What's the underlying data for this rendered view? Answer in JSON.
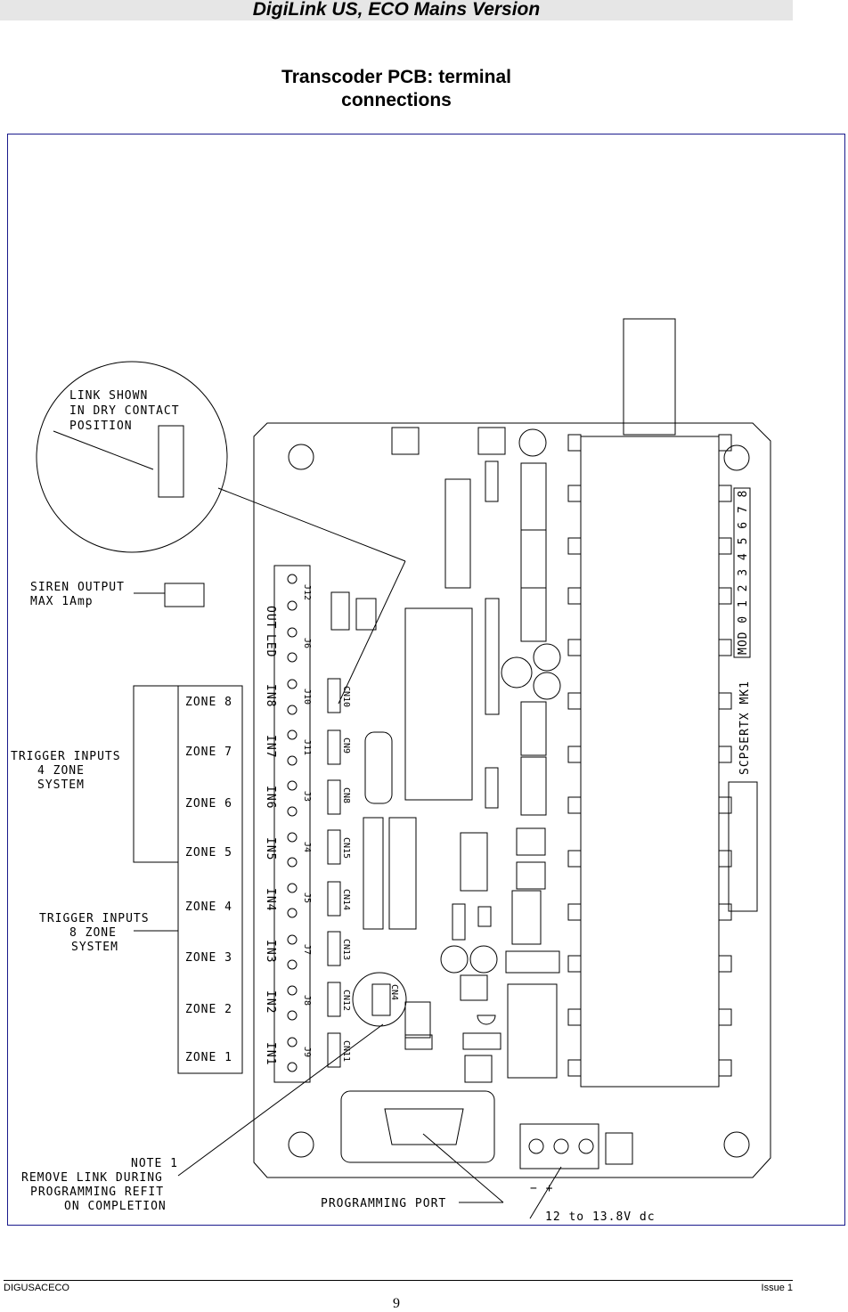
{
  "header": {
    "title": "DigiLink  US, ECO  Mains Version"
  },
  "page_title": {
    "line1": "Transcoder PCB: terminal",
    "line2": "connections"
  },
  "diagram": {
    "link_note": [
      "LINK SHOWN",
      "IN DRY CONTACT",
      "POSITION"
    ],
    "siren": [
      "SIREN OUTPUT",
      "MAX 1Amp"
    ],
    "trigger4": [
      "TRIGGER INPUTS",
      "4 ZONE",
      "SYSTEM"
    ],
    "trigger8": [
      "TRIGGER INPUTS",
      "8 ZONE",
      "SYSTEM"
    ],
    "zones": [
      "ZONE 8",
      "ZONE 7",
      "ZONE 6",
      "ZONE 5",
      "ZONE 4",
      "ZONE 3",
      "ZONE 2",
      "ZONE 1"
    ],
    "terminal_labels": [
      "OUT",
      "LED",
      "IN8",
      "IN7",
      "IN6",
      "IN5",
      "IN4",
      "IN3",
      "IN2",
      "IN1"
    ],
    "connectors": [
      "CN10",
      "CN9",
      "CN8",
      "CN15",
      "CN14",
      "CN13",
      "CN12",
      "CN11"
    ],
    "jumpers": [
      "J12",
      "J6",
      "J10",
      "J11",
      "J3",
      "J4",
      "J5",
      "J7",
      "J8",
      "J9"
    ],
    "cn4": "CN4",
    "board_name": "SCPSERTX MK1",
    "mod_label": "MOD 0 1 2 3 4 5 6 7 8",
    "note": [
      "NOTE 1",
      "REMOVE LINK DURING",
      "PROGRAMMING REFIT",
      "ON COMPLETION"
    ],
    "programming_port": "PROGRAMMING PORT",
    "power": "12 to 13.8V dc",
    "power_polarity": "−  +"
  },
  "footer": {
    "doc_id": "DIGUSACECO",
    "issue": "Issue 1",
    "page_number": "9"
  }
}
